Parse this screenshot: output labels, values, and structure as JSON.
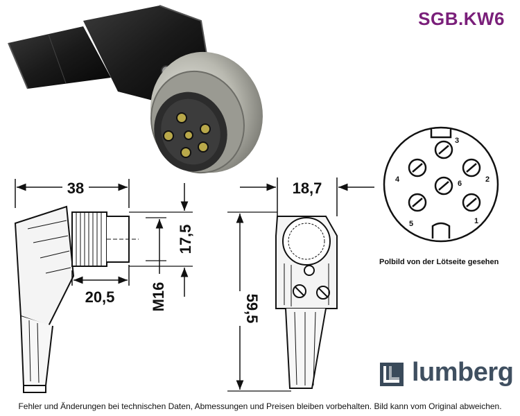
{
  "title": "SGB.KW6",
  "dimensions": {
    "d38": "38",
    "d17_5": "17,5",
    "d20_5": "20,5",
    "dM16": "M16",
    "d18_7": "18,7",
    "d59_5": "59,5"
  },
  "pinout": {
    "labels": [
      "1",
      "2",
      "3",
      "4",
      "5",
      "6"
    ],
    "caption": "Polbild von der Lötseite gesehen"
  },
  "logo": {
    "text": "lumberg"
  },
  "footer": "Fehler und Änderungen bei technischen Daten, Abmessungen und Preisen bleiben vorbehalten. Bild kann vom Original abweichen.",
  "colors": {
    "title": "#7a1f7a",
    "logo": "#3f4f60"
  }
}
